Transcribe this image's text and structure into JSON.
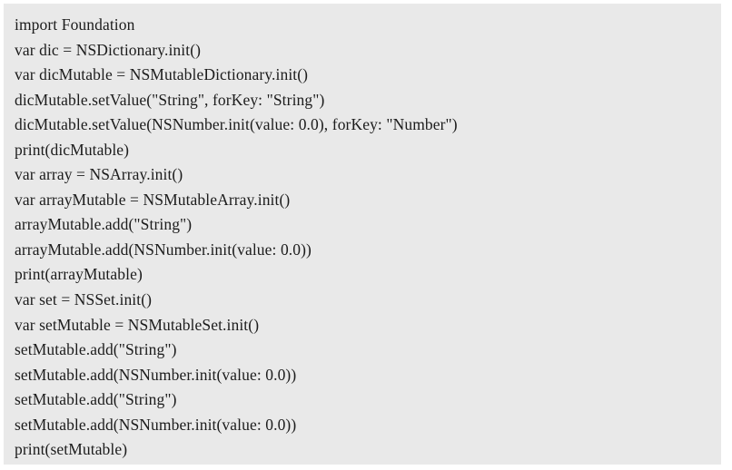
{
  "code": {
    "lines": [
      "import Foundation",
      "var dic = NSDictionary.init()",
      "var dicMutable = NSMutableDictionary.init()",
      "dicMutable.setValue(\"String\", forKey: \"String\")",
      "dicMutable.setValue(NSNumber.init(value: 0.0), forKey: \"Number\")",
      "print(dicMutable)",
      "var array = NSArray.init()",
      "var arrayMutable = NSMutableArray.init()",
      "arrayMutable.add(\"String\")",
      "arrayMutable.add(NSNumber.init(value: 0.0))",
      "print(arrayMutable)",
      "var set = NSSet.init()",
      "var setMutable = NSMutableSet.init()",
      "setMutable.add(\"String\")",
      "setMutable.add(NSNumber.init(value: 0.0))",
      "setMutable.add(\"String\")",
      "setMutable.add(NSNumber.init(value: 0.0))",
      "print(setMutable)"
    ]
  }
}
